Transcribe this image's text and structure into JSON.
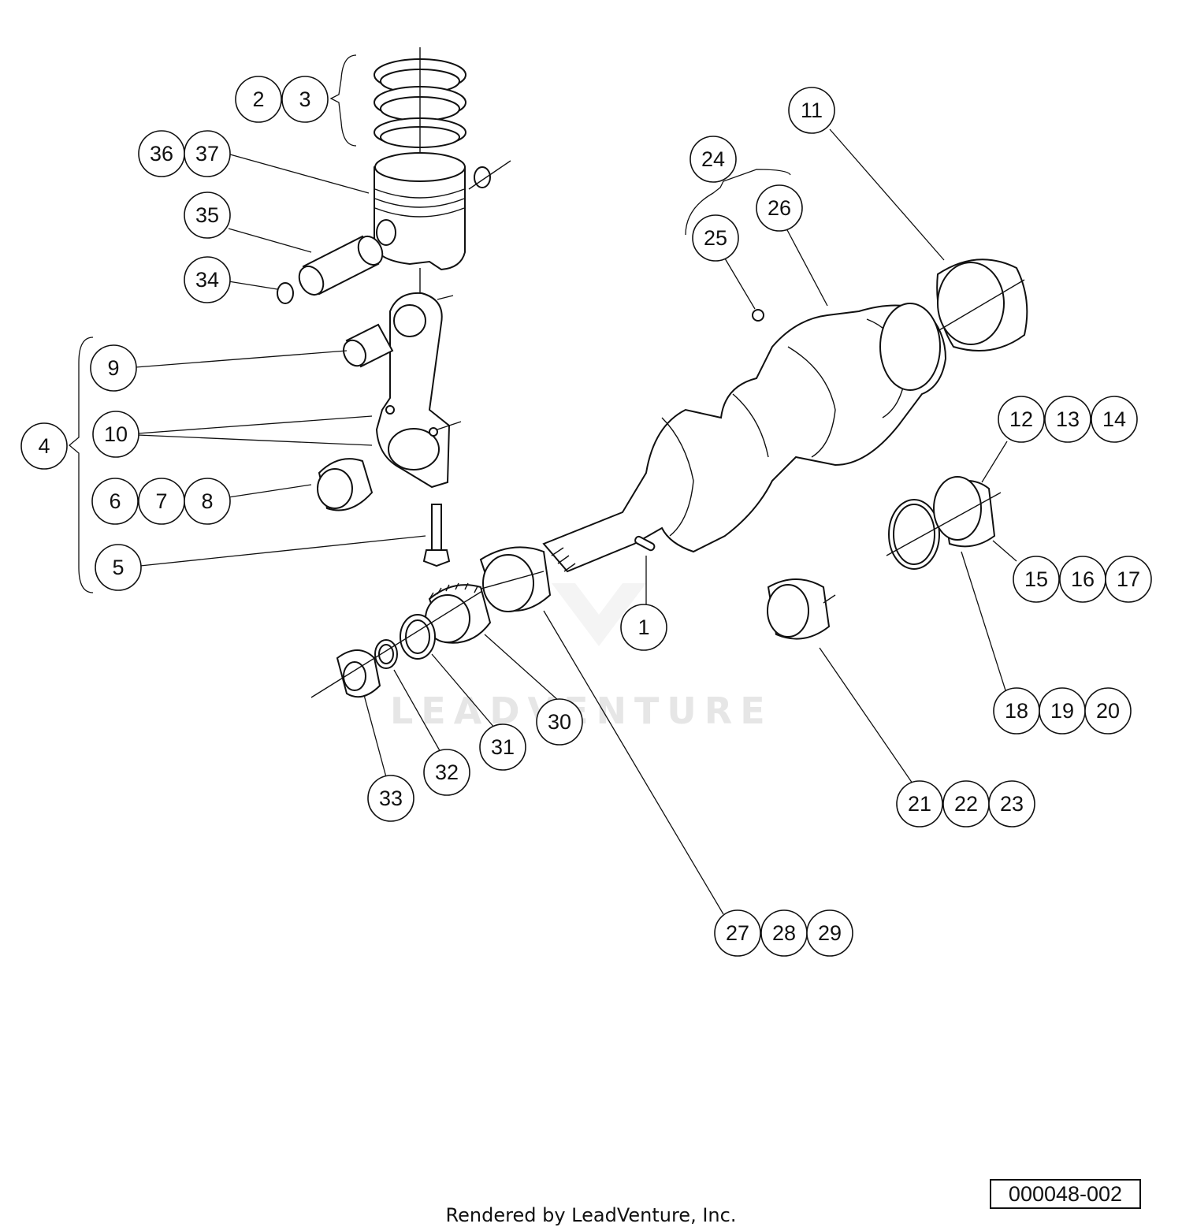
{
  "diagram": {
    "callouts": [
      "1",
      "2",
      "3",
      "4",
      "5",
      "6",
      "7",
      "8",
      "9",
      "10",
      "11",
      "12",
      "13",
      "14",
      "15",
      "16",
      "17",
      "18",
      "19",
      "20",
      "21",
      "22",
      "23",
      "24",
      "25",
      "26",
      "27",
      "28",
      "29",
      "30",
      "31",
      "32",
      "33",
      "34",
      "35",
      "36",
      "37"
    ],
    "diagram_id": "000048-002",
    "watermark": "LEADVENTURE",
    "credit": "Rendered by LeadVenture, Inc."
  }
}
